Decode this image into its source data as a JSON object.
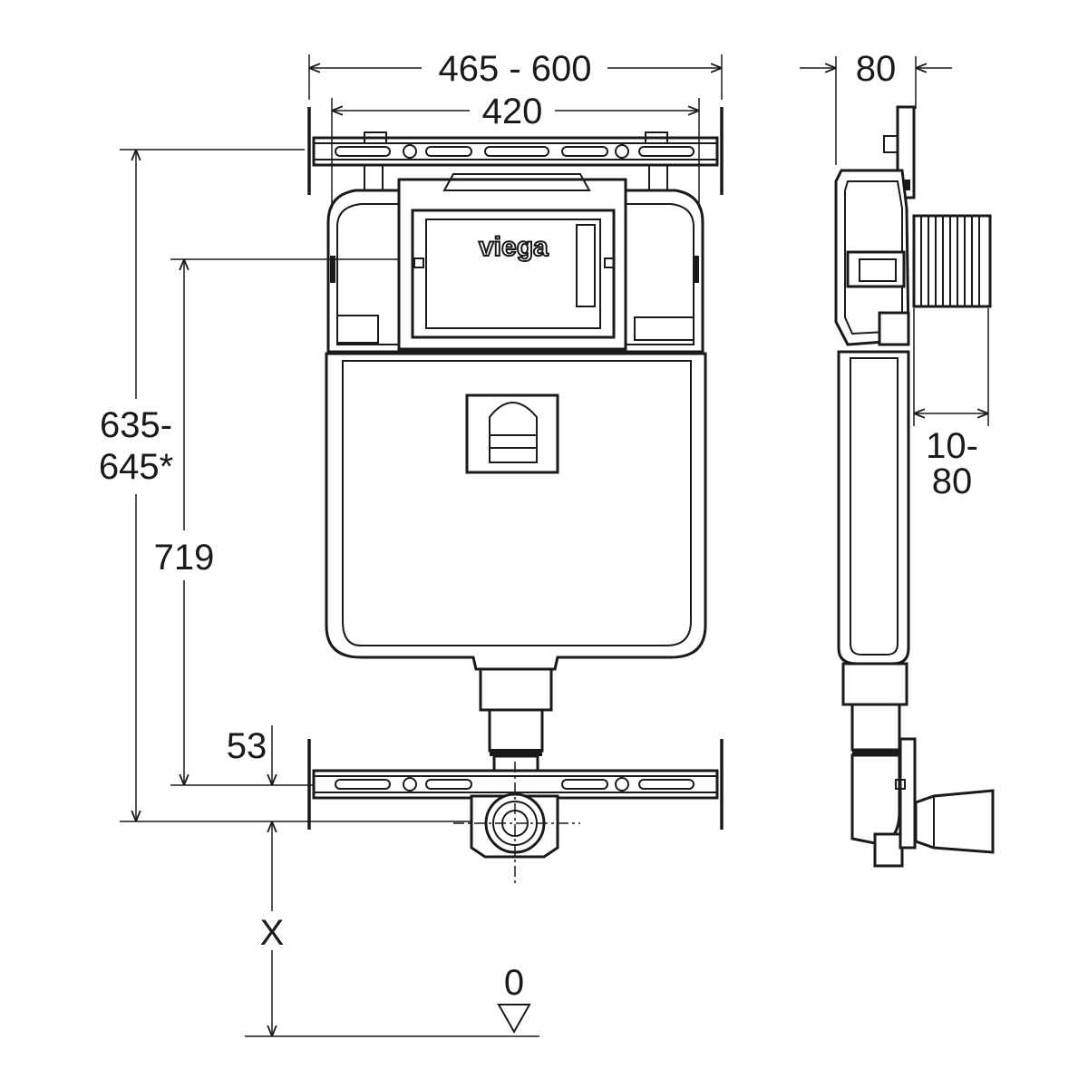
{
  "brand": "viega",
  "dimensions": {
    "width_range": "465 - 600",
    "width_inner": "420",
    "depth": "80",
    "height_range_line1": "635-",
    "height_range_line2": "645*",
    "height_719": "719",
    "offset_53": "53",
    "adjust_line1": "10-",
    "adjust_line2": "80",
    "floor_x": "X",
    "floor_zero": "0"
  },
  "colors": {
    "line": "#1a1a1a",
    "background": "#ffffff"
  }
}
